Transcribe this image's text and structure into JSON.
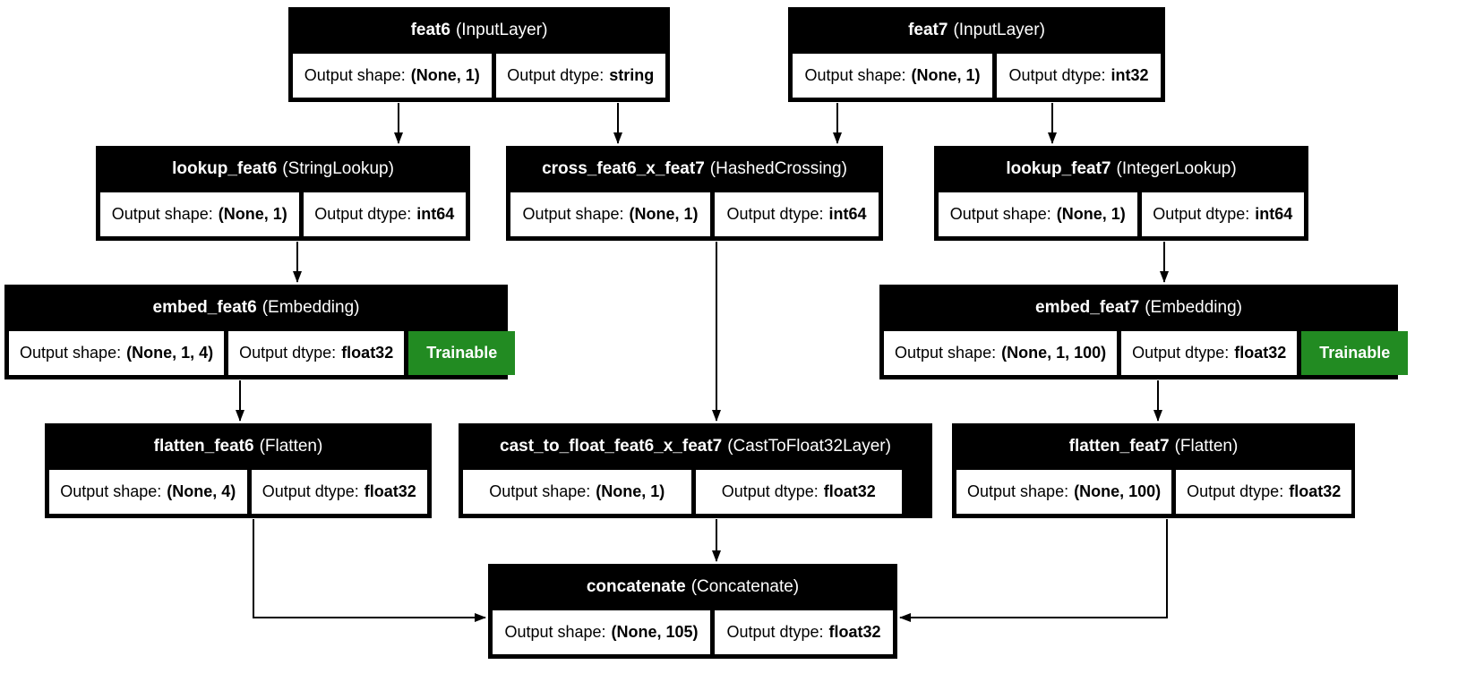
{
  "diagram": {
    "title": "keras-functional-model-graph",
    "colors": {
      "background": "#ffffff",
      "node_background": "#000000",
      "header_text": "#ffffff",
      "cell_background": "#ffffff",
      "cell_text": "#000000",
      "trainable_background": "#228B22",
      "trainable_text": "#ffffff",
      "edge": "#000000"
    },
    "labels": {
      "shape": "Output shape:",
      "dtype": "Output dtype:",
      "trainable": "Trainable"
    },
    "nodes": {
      "feat6": {
        "name": "feat6",
        "cls": "(InputLayer)",
        "shape": "(None, 1)",
        "dtype": "string"
      },
      "feat7": {
        "name": "feat7",
        "cls": "(InputLayer)",
        "shape": "(None, 1)",
        "dtype": "int32"
      },
      "lookup_feat6": {
        "name": "lookup_feat6",
        "cls": "(StringLookup)",
        "shape": "(None, 1)",
        "dtype": "int64"
      },
      "cross_feat6_x_feat7": {
        "name": "cross_feat6_x_feat7",
        "cls": "(HashedCrossing)",
        "shape": "(None, 1)",
        "dtype": "int64"
      },
      "lookup_feat7": {
        "name": "lookup_feat7",
        "cls": "(IntegerLookup)",
        "shape": "(None, 1)",
        "dtype": "int64"
      },
      "embed_feat6": {
        "name": "embed_feat6",
        "cls": "(Embedding)",
        "shape": "(None, 1, 4)",
        "dtype": "float32",
        "trainable": "Trainable"
      },
      "embed_feat7": {
        "name": "embed_feat7",
        "cls": "(Embedding)",
        "shape": "(None, 1, 100)",
        "dtype": "float32",
        "trainable": "Trainable"
      },
      "flatten_feat6": {
        "name": "flatten_feat6",
        "cls": "(Flatten)",
        "shape": "(None, 4)",
        "dtype": "float32"
      },
      "cast_to_float_feat6_x_feat7": {
        "name": "cast_to_float_feat6_x_feat7",
        "cls": "(CastToFloat32Layer)",
        "shape": "(None, 1)",
        "dtype": "float32"
      },
      "flatten_feat7": {
        "name": "flatten_feat7",
        "cls": "(Flatten)",
        "shape": "(None, 100)",
        "dtype": "float32"
      },
      "concatenate": {
        "name": "concatenate",
        "cls": "(Concatenate)",
        "shape": "(None, 105)",
        "dtype": "float32"
      }
    },
    "edges": [
      {
        "from": "feat6",
        "to": "lookup_feat6"
      },
      {
        "from": "feat6",
        "to": "cross_feat6_x_feat7"
      },
      {
        "from": "feat7",
        "to": "cross_feat6_x_feat7"
      },
      {
        "from": "feat7",
        "to": "lookup_feat7"
      },
      {
        "from": "lookup_feat6",
        "to": "embed_feat6"
      },
      {
        "from": "lookup_feat7",
        "to": "embed_feat7"
      },
      {
        "from": "embed_feat6",
        "to": "flatten_feat6"
      },
      {
        "from": "embed_feat7",
        "to": "flatten_feat7"
      },
      {
        "from": "cross_feat6_x_feat7",
        "to": "cast_to_float_feat6_x_feat7"
      },
      {
        "from": "cast_to_float_feat6_x_feat7",
        "to": "concatenate"
      },
      {
        "from": "flatten_feat6",
        "to": "concatenate"
      },
      {
        "from": "flatten_feat7",
        "to": "concatenate"
      }
    ]
  }
}
